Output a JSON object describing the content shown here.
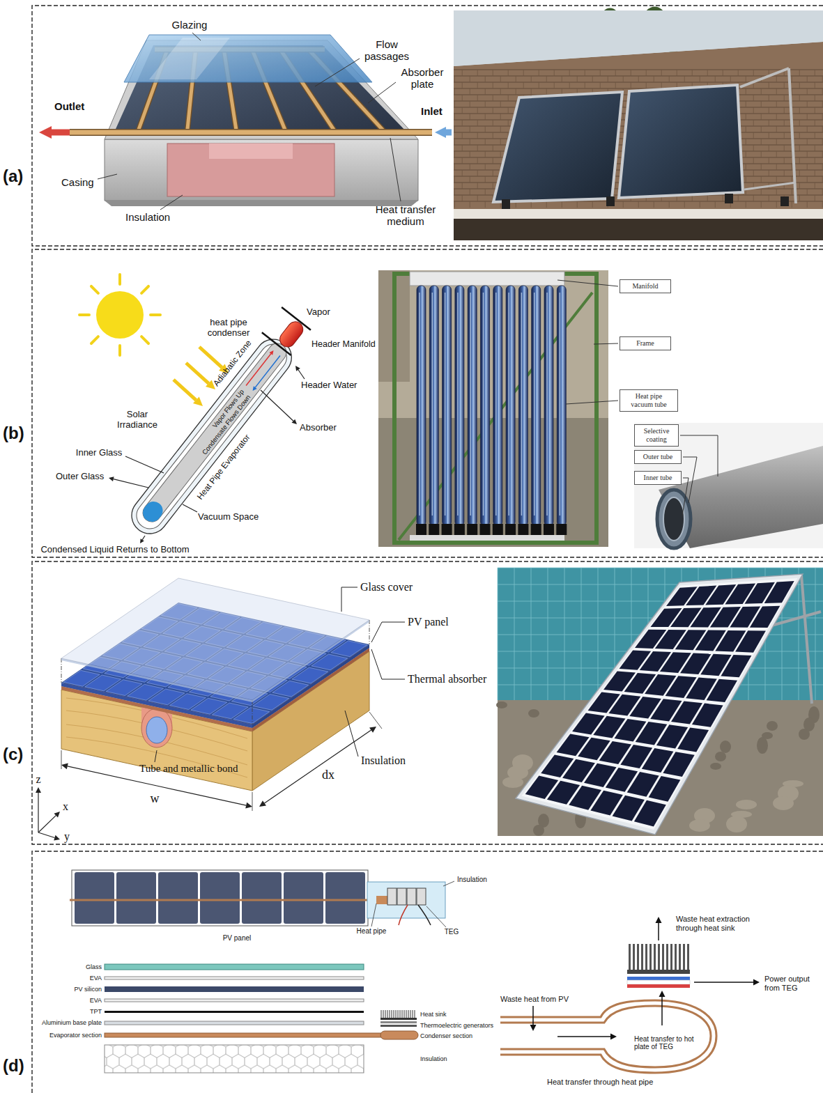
{
  "diagram": {
    "nodes": [
      {
        "text": [
          "Manifold"
        ]
      },
      {
        "text": [
          "Frame"
        ]
      },
      {
        "text": [
          "Heat pipe vacuum tube"
        ]
      },
      {
        "text": [
          "Selective coating"
        ]
      },
      {
        "text": [
          "Outer tube"
        ]
      },
      {
        "text": [
          "Inner tube"
        ]
      }
    ],
    "labels": [
      "(a)",
      "Glazing",
      "Flow passages",
      "Absorber plate",
      "Outlet",
      "Inlet",
      "Casing",
      "Insulation",
      "Heat transfer medium",
      "(b)",
      "heat pipe condenser",
      "Vapor",
      "Header Manifold",
      "Adiabatic Zone",
      "Header Water",
      "Solar Irradiance",
      "Vapor Flows Up",
      "Condensate Flows Down",
      "Absorber",
      "Inner Glass",
      "Outer Glass",
      "Heat Pipe Evaporator",
      "Vacuum Space",
      "Condensed Liquid Returns to Bottom",
      "(c)",
      "Glass cover",
      "PV panel",
      "Thermal absorber",
      "Insulation",
      "Tube and metallic bond",
      "w",
      "dx",
      "z",
      "x",
      "y",
      "(d)",
      "Insulation",
      "PV panel",
      "Heat pipe",
      "TEG",
      "Glass",
      "EVA",
      "PV silicon",
      "EVA",
      "TPT",
      "Aluminium base plate",
      "Evaporator section",
      "Heat sink",
      "Thermoelectric generators",
      "Condenser section",
      "Insulation",
      "Waste heat extraction through heat sink",
      "Power output from TEG",
      "Waste heat from PV",
      "Heat transfer to hot plate of TEG",
      "Heat transfer through heat pipe"
    ]
  }
}
